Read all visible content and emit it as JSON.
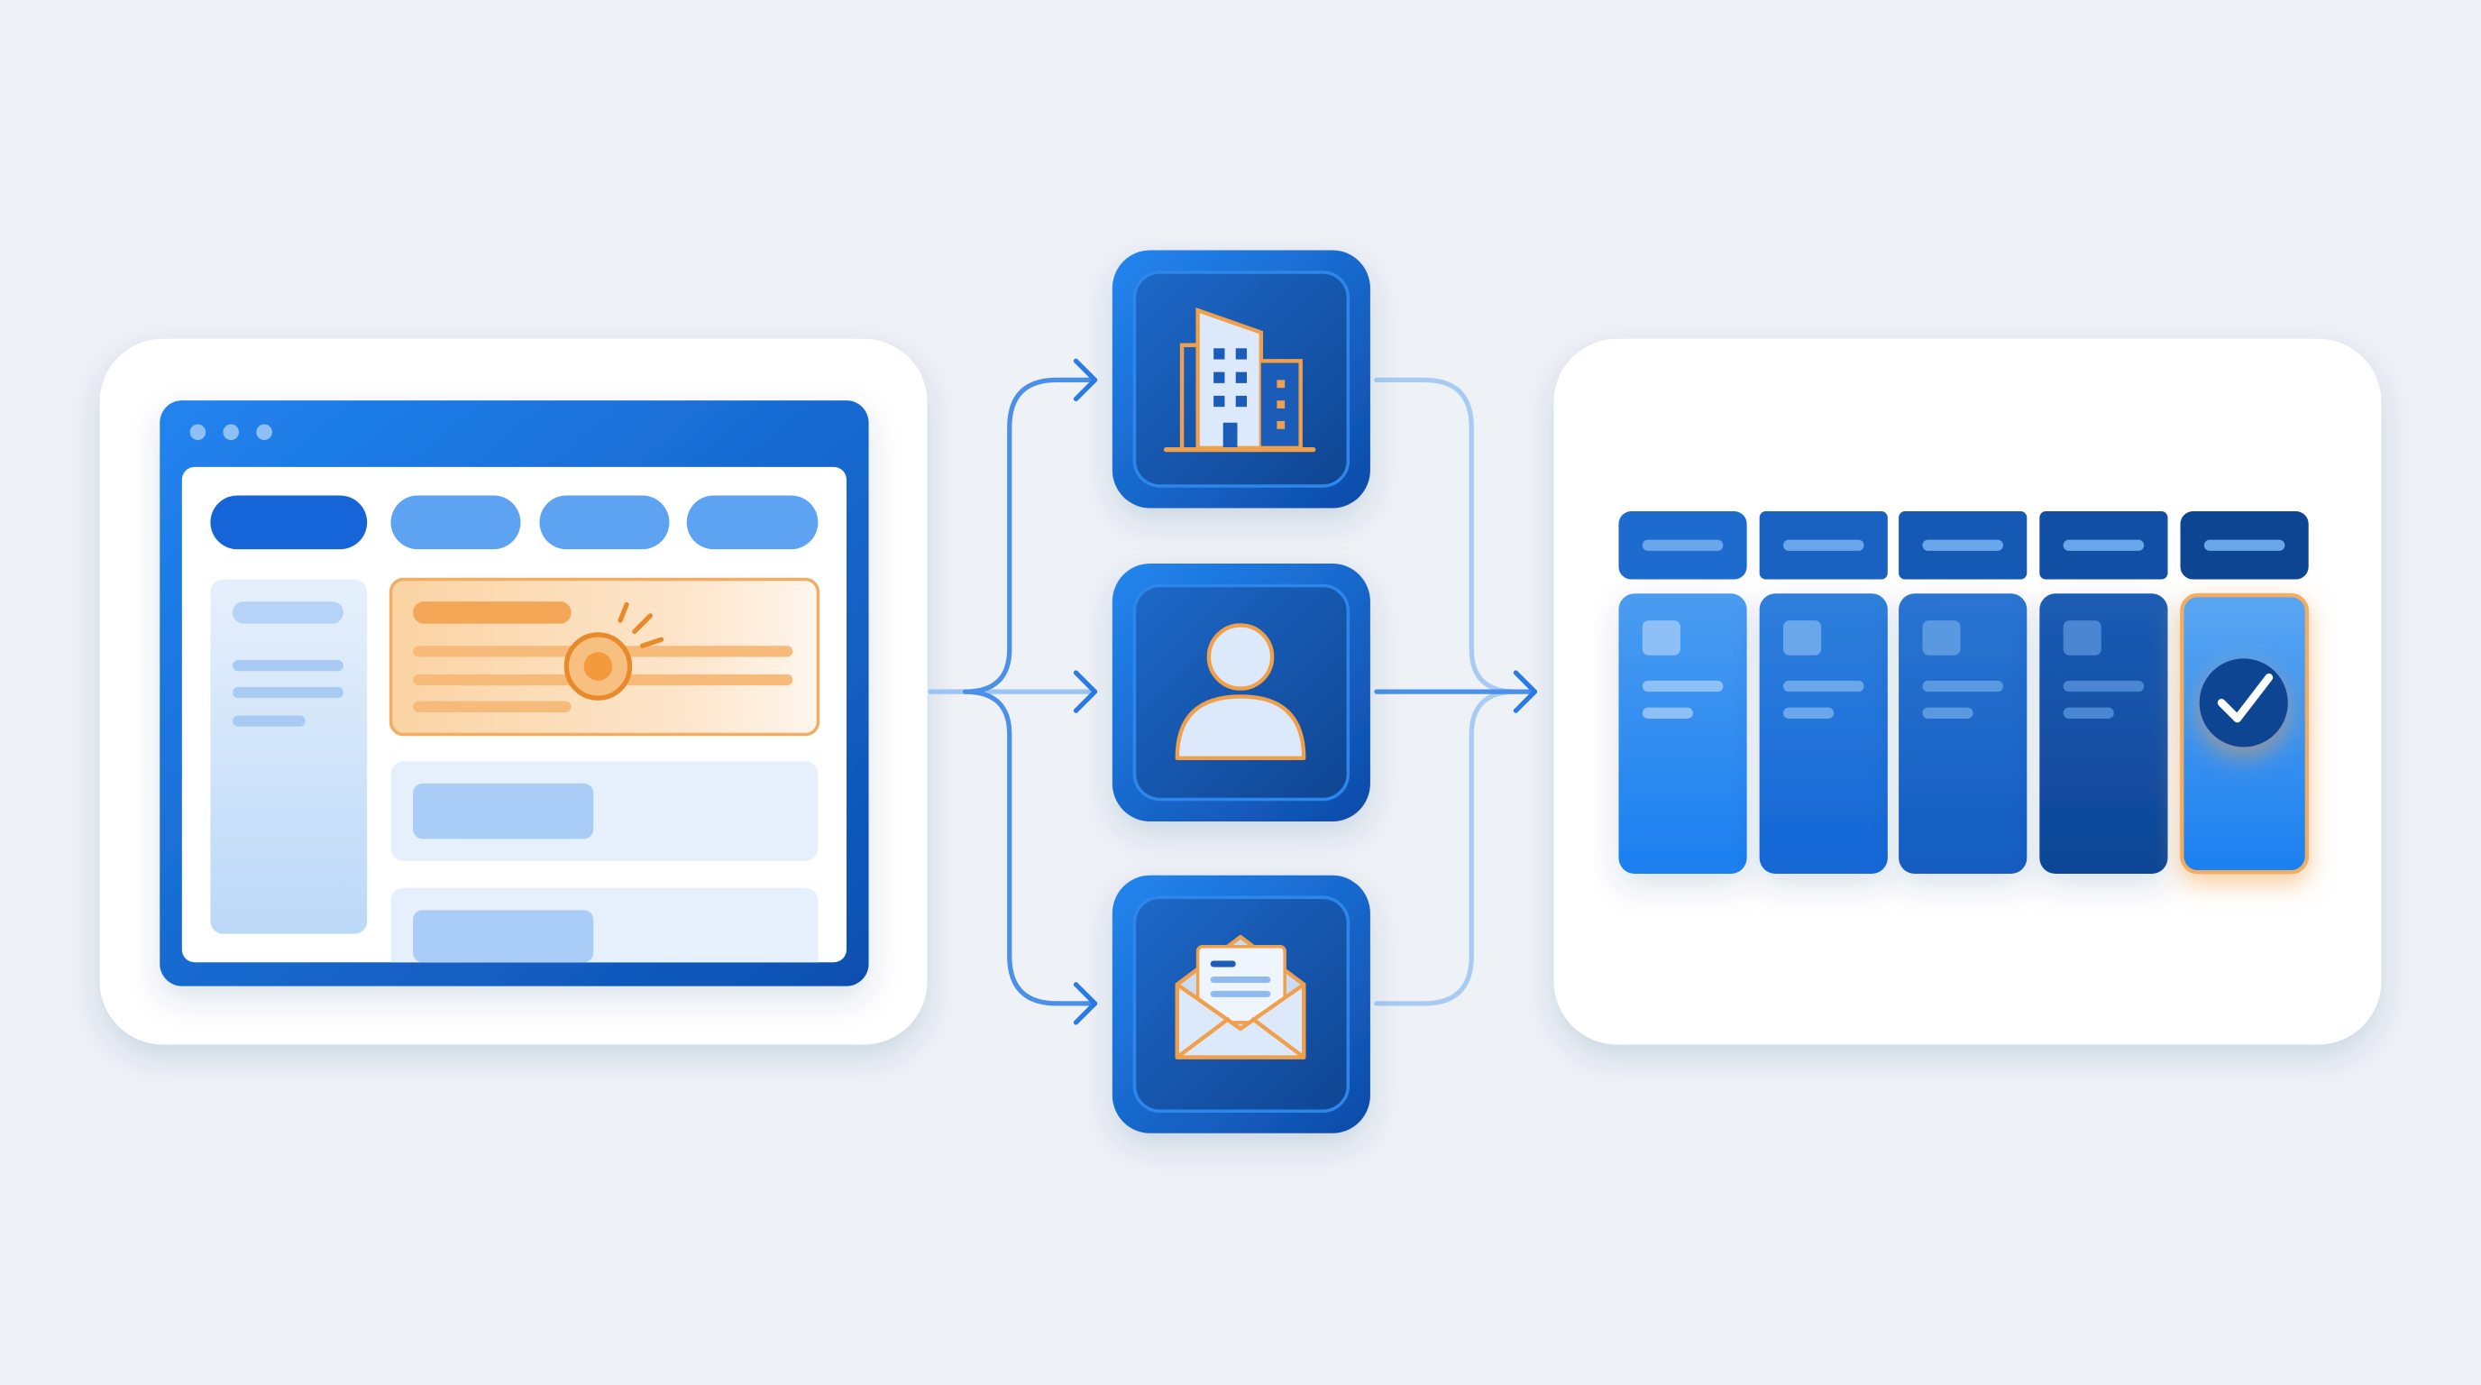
{
  "colors": {
    "background": "#eef1f6",
    "card": "#ffffff",
    "primary_blue": "#1a6fe0",
    "dark_blue": "#0d47a1",
    "light_blue": "#5ea3f2",
    "pale_blue": "#e3eefc",
    "accent_orange": "#f0a04b",
    "highlight_orange": "#fde0bf"
  },
  "source_panel": {
    "window_controls": [
      "dot",
      "dot",
      "dot"
    ],
    "tabs": [
      {
        "state": "active"
      },
      {
        "state": "inactive"
      },
      {
        "state": "inactive"
      },
      {
        "state": "inactive"
      }
    ],
    "highlight_icon": "sun-burst-icon"
  },
  "routing": {
    "nodes": [
      {
        "icon": "office-building-icon"
      },
      {
        "icon": "person-icon"
      },
      {
        "icon": "envelope-letter-icon"
      }
    ]
  },
  "board_panel": {
    "columns": 5,
    "completed_column_icon": "check-circle-icon"
  }
}
